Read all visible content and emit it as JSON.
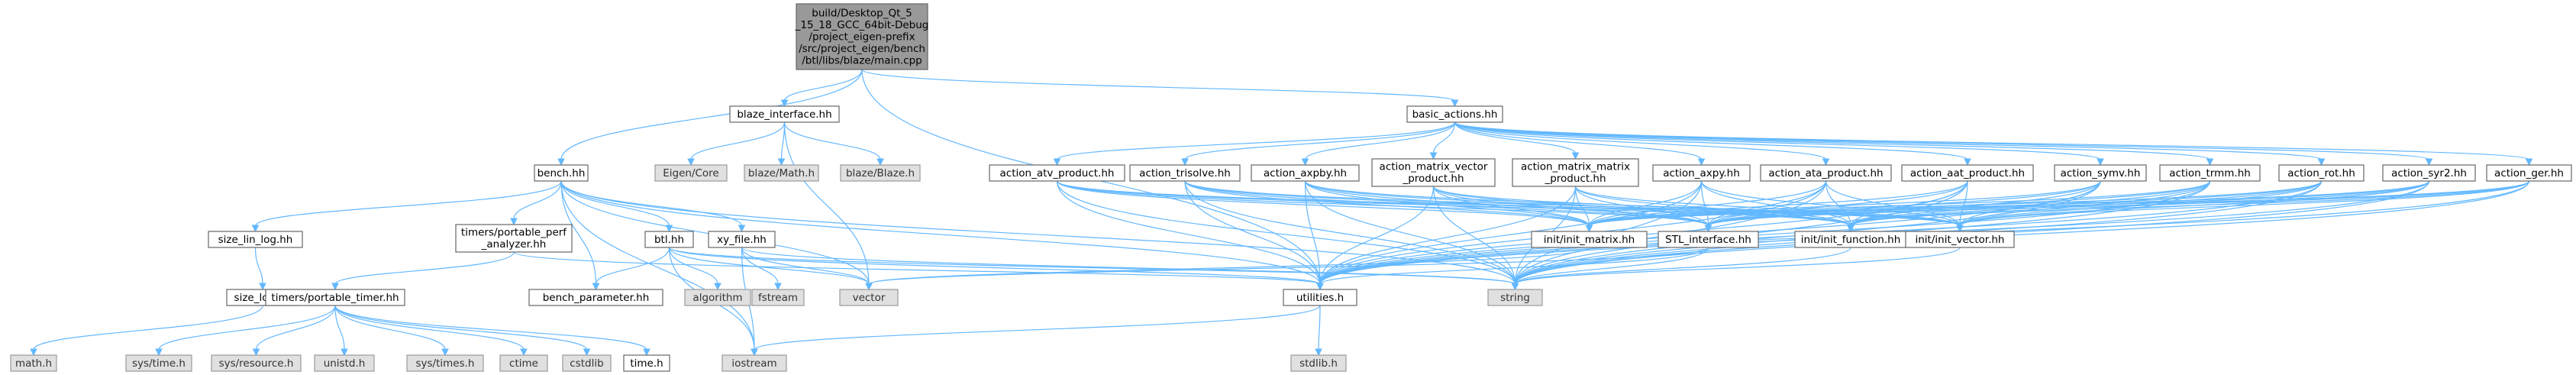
{
  "diagram": {
    "nodes": [
      {
        "id": "main",
        "lines": [
          "build/Desktop_Qt_5",
          "_15_18_GCC_64bit-Debug",
          "/project_eigen-prefix",
          "/src/project_eigen/bench",
          "/btl/libs/blaze/main.cpp"
        ],
        "kind": "root"
      },
      {
        "id": "bench",
        "lines": [
          "bench.hh"
        ],
        "kind": "link"
      },
      {
        "id": "blaze_interface",
        "lines": [
          "blaze_interface.hh"
        ],
        "kind": "link"
      },
      {
        "id": "basic_actions",
        "lines": [
          "basic_actions.hh"
        ],
        "kind": "link"
      },
      {
        "id": "eigen_core",
        "lines": [
          "Eigen/Core"
        ],
        "kind": "system"
      },
      {
        "id": "blaze_math",
        "lines": [
          "blaze/Math.h"
        ],
        "kind": "system"
      },
      {
        "id": "blaze_blaze",
        "lines": [
          "blaze/Blaze.h"
        ],
        "kind": "system"
      },
      {
        "id": "size_lin_log",
        "lines": [
          "size_lin_log.hh"
        ],
        "kind": "link"
      },
      {
        "id": "size_log",
        "lines": [
          "size_log.hh"
        ],
        "kind": "link"
      },
      {
        "id": "math_h",
        "lines": [
          "math.h"
        ],
        "kind": "system"
      },
      {
        "id": "portable_perf",
        "lines": [
          "timers/portable_perf",
          "_analyzer.hh"
        ],
        "kind": "link"
      },
      {
        "id": "portable_timer",
        "lines": [
          "timers/portable_timer.hh"
        ],
        "kind": "link"
      },
      {
        "id": "sys_time",
        "lines": [
          "sys/time.h"
        ],
        "kind": "system"
      },
      {
        "id": "sys_resource",
        "lines": [
          "sys/resource.h"
        ],
        "kind": "system"
      },
      {
        "id": "unistd",
        "lines": [
          "unistd.h"
        ],
        "kind": "system"
      },
      {
        "id": "sys_times",
        "lines": [
          "sys/times.h"
        ],
        "kind": "system"
      },
      {
        "id": "ctime",
        "lines": [
          "ctime"
        ],
        "kind": "system"
      },
      {
        "id": "cstdlib",
        "lines": [
          "cstdlib"
        ],
        "kind": "system"
      },
      {
        "id": "time_h",
        "lines": [
          "time.h"
        ],
        "kind": "link"
      },
      {
        "id": "iostream",
        "lines": [
          "iostream"
        ],
        "kind": "system"
      },
      {
        "id": "btl",
        "lines": [
          "btl.hh"
        ],
        "kind": "link"
      },
      {
        "id": "bench_parameter",
        "lines": [
          "bench_parameter.hh"
        ],
        "kind": "link"
      },
      {
        "id": "algorithm",
        "lines": [
          "algorithm"
        ],
        "kind": "system"
      },
      {
        "id": "xy_file",
        "lines": [
          "xy_file.hh"
        ],
        "kind": "link"
      },
      {
        "id": "fstream",
        "lines": [
          "fstream"
        ],
        "kind": "system"
      },
      {
        "id": "vector",
        "lines": [
          "vector"
        ],
        "kind": "system"
      },
      {
        "id": "utilities",
        "lines": [
          "utilities.h"
        ],
        "kind": "link"
      },
      {
        "id": "stdlib",
        "lines": [
          "stdlib.h"
        ],
        "kind": "system"
      },
      {
        "id": "string",
        "lines": [
          "string"
        ],
        "kind": "system"
      },
      {
        "id": "action_atv",
        "lines": [
          "action_atv_product.hh"
        ],
        "kind": "link"
      },
      {
        "id": "action_trisolve",
        "lines": [
          "action_trisolve.hh"
        ],
        "kind": "link"
      },
      {
        "id": "action_axpby",
        "lines": [
          "action_axpby.hh"
        ],
        "kind": "link"
      },
      {
        "id": "action_mvp",
        "lines": [
          "action_matrix_vector",
          "_product.hh"
        ],
        "kind": "link"
      },
      {
        "id": "action_mmp",
        "lines": [
          "action_matrix_matrix",
          "_product.hh"
        ],
        "kind": "link"
      },
      {
        "id": "action_axpy",
        "lines": [
          "action_axpy.hh"
        ],
        "kind": "link"
      },
      {
        "id": "action_ata",
        "lines": [
          "action_ata_product.hh"
        ],
        "kind": "link"
      },
      {
        "id": "action_aat",
        "lines": [
          "action_aat_product.hh"
        ],
        "kind": "link"
      },
      {
        "id": "action_symv",
        "lines": [
          "action_symv.hh"
        ],
        "kind": "link"
      },
      {
        "id": "action_trmm",
        "lines": [
          "action_trmm.hh"
        ],
        "kind": "link"
      },
      {
        "id": "action_rot",
        "lines": [
          "action_rot.hh"
        ],
        "kind": "link"
      },
      {
        "id": "action_syr2",
        "lines": [
          "action_syr2.hh"
        ],
        "kind": "link"
      },
      {
        "id": "action_ger",
        "lines": [
          "action_ger.hh"
        ],
        "kind": "link"
      },
      {
        "id": "init_matrix",
        "lines": [
          "init/init_matrix.hh"
        ],
        "kind": "link"
      },
      {
        "id": "stl_interface",
        "lines": [
          "STL_interface.hh"
        ],
        "kind": "link"
      },
      {
        "id": "init_function",
        "lines": [
          "init/init_function.hh"
        ],
        "kind": "link"
      },
      {
        "id": "init_vector",
        "lines": [
          "init/init_vector.hh"
        ],
        "kind": "link"
      }
    ],
    "edges": [
      [
        "main",
        "bench"
      ],
      [
        "main",
        "blaze_interface"
      ],
      [
        "main",
        "basic_actions"
      ],
      [
        "main",
        "utilities"
      ],
      [
        "blaze_interface",
        "eigen_core"
      ],
      [
        "blaze_interface",
        "blaze_math"
      ],
      [
        "blaze_interface",
        "blaze_blaze"
      ],
      [
        "blaze_interface",
        "vector"
      ],
      [
        "bench",
        "size_lin_log"
      ],
      [
        "bench",
        "portable_perf"
      ],
      [
        "bench",
        "btl"
      ],
      [
        "bench",
        "xy_file"
      ],
      [
        "bench",
        "bench_parameter"
      ],
      [
        "bench",
        "iostream"
      ],
      [
        "bench",
        "vector"
      ],
      [
        "bench",
        "utilities"
      ],
      [
        "bench",
        "string"
      ],
      [
        "size_lin_log",
        "size_log"
      ],
      [
        "size_log",
        "math_h"
      ],
      [
        "portable_perf",
        "portable_timer"
      ],
      [
        "portable_perf",
        "utilities"
      ],
      [
        "portable_timer",
        "sys_time"
      ],
      [
        "portable_timer",
        "sys_resource"
      ],
      [
        "portable_timer",
        "unistd"
      ],
      [
        "portable_timer",
        "sys_times"
      ],
      [
        "portable_timer",
        "ctime"
      ],
      [
        "portable_timer",
        "cstdlib"
      ],
      [
        "portable_timer",
        "time_h"
      ],
      [
        "btl",
        "bench_parameter"
      ],
      [
        "btl",
        "algorithm"
      ],
      [
        "btl",
        "vector"
      ],
      [
        "btl",
        "iostream"
      ],
      [
        "btl",
        "string"
      ],
      [
        "btl",
        "utilities"
      ],
      [
        "xy_file",
        "fstream"
      ],
      [
        "xy_file",
        "iostream"
      ],
      [
        "xy_file",
        "string"
      ],
      [
        "xy_file",
        "vector"
      ],
      [
        "utilities",
        "iostream"
      ],
      [
        "utilities",
        "stdlib"
      ],
      [
        "basic_actions",
        "action_atv"
      ],
      [
        "basic_actions",
        "action_trisolve"
      ],
      [
        "basic_actions",
        "action_axpby"
      ],
      [
        "basic_actions",
        "action_mvp"
      ],
      [
        "basic_actions",
        "action_mmp"
      ],
      [
        "basic_actions",
        "action_axpy"
      ],
      [
        "basic_actions",
        "action_ata"
      ],
      [
        "basic_actions",
        "action_aat"
      ],
      [
        "basic_actions",
        "action_symv"
      ],
      [
        "basic_actions",
        "action_trmm"
      ],
      [
        "basic_actions",
        "action_rot"
      ],
      [
        "basic_actions",
        "action_syr2"
      ],
      [
        "basic_actions",
        "action_ger"
      ],
      [
        "action_atv",
        "utilities"
      ],
      [
        "action_atv",
        "stl_interface"
      ],
      [
        "action_atv",
        "string"
      ],
      [
        "action_atv",
        "init_function"
      ],
      [
        "action_atv",
        "init_vector"
      ],
      [
        "action_atv",
        "init_matrix"
      ],
      [
        "action_trisolve",
        "utilities"
      ],
      [
        "action_trisolve",
        "stl_interface"
      ],
      [
        "action_trisolve",
        "string"
      ],
      [
        "action_trisolve",
        "init_function"
      ],
      [
        "action_trisolve",
        "init_vector"
      ],
      [
        "action_trisolve",
        "init_matrix"
      ],
      [
        "action_axpby",
        "utilities"
      ],
      [
        "action_axpby",
        "stl_interface"
      ],
      [
        "action_axpby",
        "string"
      ],
      [
        "action_axpby",
        "init_function"
      ],
      [
        "action_axpby",
        "init_vector"
      ],
      [
        "action_axpby",
        "init_matrix"
      ],
      [
        "action_mvp",
        "utilities"
      ],
      [
        "action_mvp",
        "stl_interface"
      ],
      [
        "action_mvp",
        "string"
      ],
      [
        "action_mvp",
        "init_function"
      ],
      [
        "action_mvp",
        "init_vector"
      ],
      [
        "action_mvp",
        "init_matrix"
      ],
      [
        "action_mmp",
        "utilities"
      ],
      [
        "action_mmp",
        "stl_interface"
      ],
      [
        "action_mmp",
        "string"
      ],
      [
        "action_mmp",
        "init_function"
      ],
      [
        "action_mmp",
        "init_vector"
      ],
      [
        "action_mmp",
        "init_matrix"
      ],
      [
        "action_axpy",
        "utilities"
      ],
      [
        "action_axpy",
        "stl_interface"
      ],
      [
        "action_axpy",
        "string"
      ],
      [
        "action_axpy",
        "init_function"
      ],
      [
        "action_axpy",
        "init_vector"
      ],
      [
        "action_axpy",
        "init_matrix"
      ],
      [
        "action_ata",
        "utilities"
      ],
      [
        "action_ata",
        "stl_interface"
      ],
      [
        "action_ata",
        "string"
      ],
      [
        "action_ata",
        "init_function"
      ],
      [
        "action_ata",
        "init_vector"
      ],
      [
        "action_ata",
        "init_matrix"
      ],
      [
        "action_aat",
        "utilities"
      ],
      [
        "action_aat",
        "stl_interface"
      ],
      [
        "action_aat",
        "string"
      ],
      [
        "action_aat",
        "init_function"
      ],
      [
        "action_aat",
        "init_vector"
      ],
      [
        "action_aat",
        "init_matrix"
      ],
      [
        "action_symv",
        "utilities"
      ],
      [
        "action_symv",
        "stl_interface"
      ],
      [
        "action_symv",
        "string"
      ],
      [
        "action_symv",
        "init_function"
      ],
      [
        "action_symv",
        "init_vector"
      ],
      [
        "action_symv",
        "init_matrix"
      ],
      [
        "action_trmm",
        "utilities"
      ],
      [
        "action_trmm",
        "stl_interface"
      ],
      [
        "action_trmm",
        "string"
      ],
      [
        "action_trmm",
        "init_function"
      ],
      [
        "action_trmm",
        "init_vector"
      ],
      [
        "action_trmm",
        "init_matrix"
      ],
      [
        "action_rot",
        "utilities"
      ],
      [
        "action_rot",
        "stl_interface"
      ],
      [
        "action_rot",
        "string"
      ],
      [
        "action_rot",
        "init_function"
      ],
      [
        "action_rot",
        "init_vector"
      ],
      [
        "action_rot",
        "init_matrix"
      ],
      [
        "action_syr2",
        "utilities"
      ],
      [
        "action_syr2",
        "stl_interface"
      ],
      [
        "action_syr2",
        "string"
      ],
      [
        "action_syr2",
        "init_function"
      ],
      [
        "action_syr2",
        "init_vector"
      ],
      [
        "action_syr2",
        "init_matrix"
      ],
      [
        "action_ger",
        "utilities"
      ],
      [
        "action_ger",
        "stl_interface"
      ],
      [
        "action_ger",
        "string"
      ],
      [
        "action_ger",
        "init_function"
      ],
      [
        "action_ger",
        "init_vector"
      ],
      [
        "action_ger",
        "init_matrix"
      ],
      [
        "stl_interface",
        "utilities"
      ],
      [
        "stl_interface",
        "string"
      ],
      [
        "stl_interface",
        "vector"
      ],
      [
        "init_matrix",
        "vector"
      ],
      [
        "init_function",
        "string"
      ],
      [
        "init_vector",
        "string"
      ]
    ]
  }
}
